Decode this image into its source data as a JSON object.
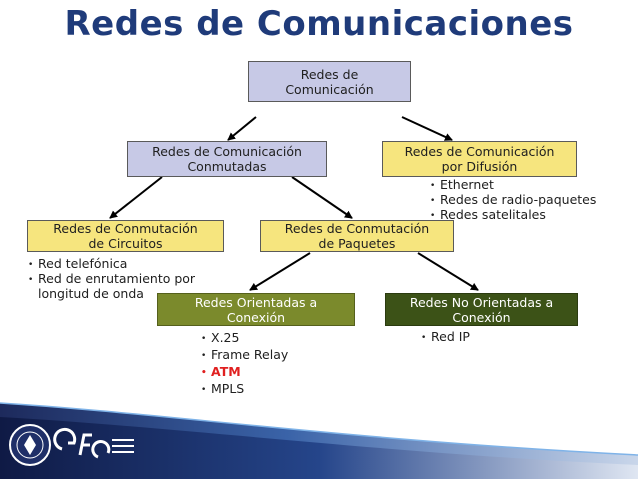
{
  "title": "Redes de Comunicaciones",
  "nodes": {
    "root": "Redes de\nComunicación",
    "conmutadas": "Redes de Comunicación\nConmutadas",
    "difusion": "Redes de Comunicación\npor Difusión",
    "circuitos": "Redes de Conmutación\nde Circuitos",
    "paquetes": "Redes de Conmutación\nde Paquetes",
    "orientadas": "Redes Orientadas a\nConexión",
    "no_orientadas": "Redes No Orientadas a\nConexión"
  },
  "lists": {
    "difusion": [
      "Ethernet",
      "Redes de radio-paquetes",
      "Redes satelitales"
    ],
    "circuitos": [
      "Red telefónica",
      "Red de enrutamiento por longitud de onda"
    ],
    "orientadas": [
      "X.25",
      "Frame Relay",
      "ATM",
      "MPLS"
    ],
    "no_orientadas": [
      "Red IP"
    ]
  },
  "colors": {
    "title": "#1f3b7a",
    "lavender_box": "#c7c9e6",
    "yellow_box": "#f6e57e",
    "olive_box": "#7b8a2c",
    "dark_green_box": "#3c5217",
    "highlight_text": "#e02020",
    "footer_navy": "#1d2a5c"
  },
  "footer": {
    "logos": [
      "university-seal-icon",
      "faculty-logo-icon"
    ]
  }
}
